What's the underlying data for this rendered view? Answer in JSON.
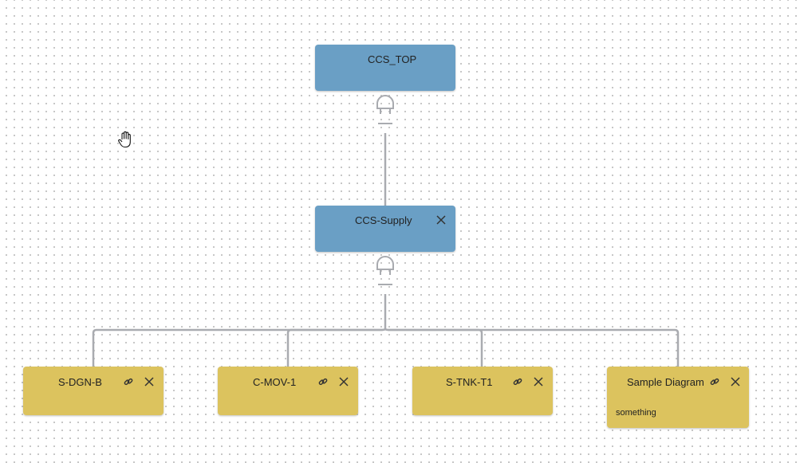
{
  "diagram": {
    "root": {
      "label": "CCS_TOP"
    },
    "supply": {
      "label": "CCS-Supply"
    },
    "children": [
      {
        "label": "S-DGN-B",
        "sublabel": ""
      },
      {
        "label": "C-MOV-1",
        "sublabel": ""
      },
      {
        "label": "S-TNK-T1",
        "sublabel": ""
      },
      {
        "label": "Sample Diagram",
        "sublabel": "something"
      }
    ]
  },
  "icons": {
    "link": "link-icon",
    "close": "close-icon",
    "plug": "plug-connector-icon",
    "cursor": "hand-cursor-icon"
  },
  "colors": {
    "gate_node": "#6a9fc5",
    "leaf_node": "#dcc35e",
    "connector": "#a9abb0",
    "canvas_dots": "#b9b9b9"
  }
}
